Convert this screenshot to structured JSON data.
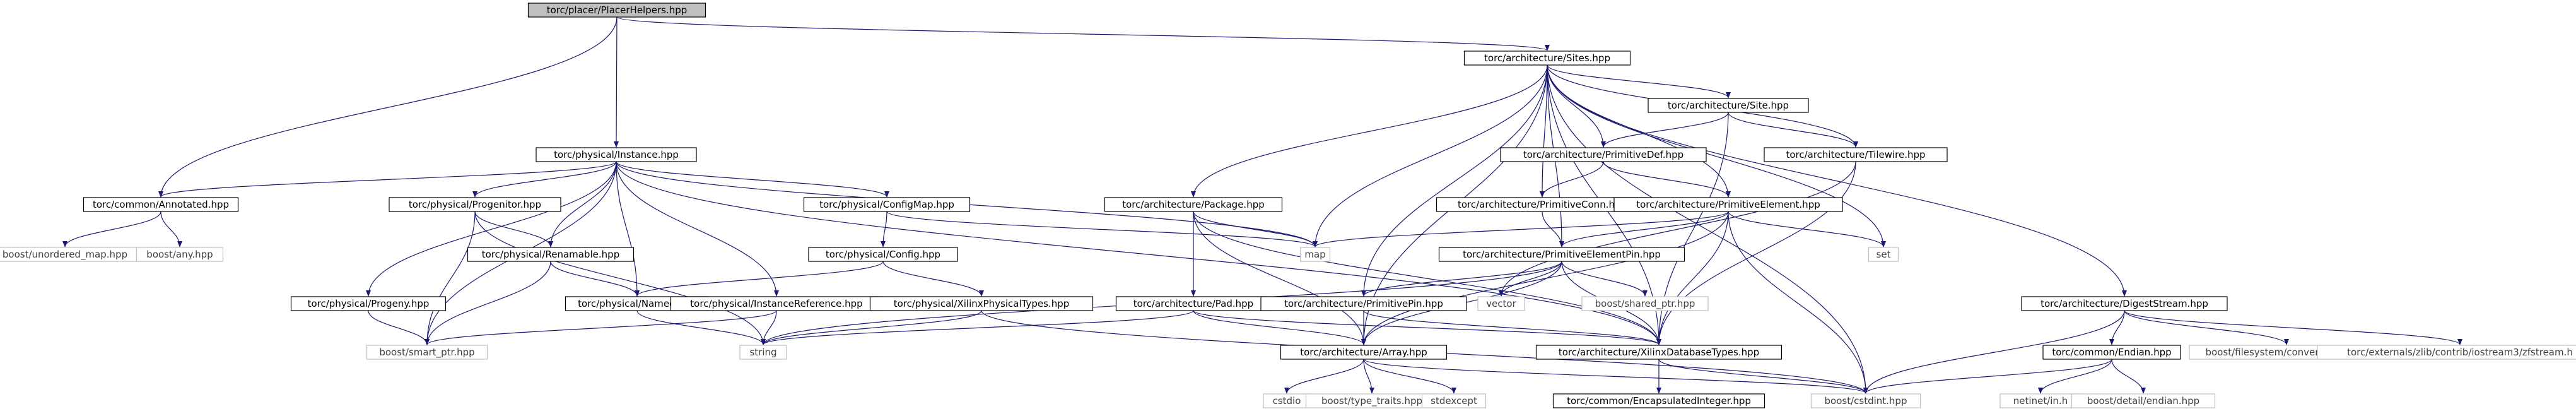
{
  "colors": {
    "edge": "#191970",
    "node_border": "#000000",
    "root_fill": "#bfbfbf",
    "node_fill": "#ffffff",
    "external_border": "#bfbfbf",
    "external_text": "#404040",
    "text": "#000000"
  },
  "nodes": [
    {
      "id": "placer",
      "label": "torc/placer/PlacerHelpers.hpp",
      "kind": "root"
    },
    {
      "id": "sites",
      "label": "torc/architecture/Sites.hpp",
      "kind": "internal"
    },
    {
      "id": "instance",
      "label": "torc/physical/Instance.hpp",
      "kind": "internal"
    },
    {
      "id": "annotated",
      "label": "torc/common/Annotated.hpp",
      "kind": "internal"
    },
    {
      "id": "unordered",
      "label": "boost/unordered_map.hpp",
      "kind": "external"
    },
    {
      "id": "any",
      "label": "boost/any.hpp",
      "kind": "external"
    },
    {
      "id": "progenitor",
      "label": "torc/physical/Progenitor.hpp",
      "kind": "internal"
    },
    {
      "id": "renamable",
      "label": "torc/physical/Renamable.hpp",
      "kind": "internal"
    },
    {
      "id": "progeny",
      "label": "torc/physical/Progeny.hpp",
      "kind": "internal"
    },
    {
      "id": "named",
      "label": "torc/physical/Named.hpp",
      "kind": "internal"
    },
    {
      "id": "instref",
      "label": "torc/physical/InstanceReference.hpp",
      "kind": "internal"
    },
    {
      "id": "smartptr",
      "label": "boost/smart_ptr.hpp",
      "kind": "external"
    },
    {
      "id": "string",
      "label": "string",
      "kind": "external"
    },
    {
      "id": "configmap",
      "label": "torc/physical/ConfigMap.hpp",
      "kind": "internal"
    },
    {
      "id": "config",
      "label": "torc/physical/Config.hpp",
      "kind": "internal"
    },
    {
      "id": "xilphys",
      "label": "torc/physical/XilinxPhysicalTypes.hpp",
      "kind": "internal"
    },
    {
      "id": "package",
      "label": "torc/architecture/Package.hpp",
      "kind": "internal"
    },
    {
      "id": "map",
      "label": "map",
      "kind": "external"
    },
    {
      "id": "pad",
      "label": "torc/architecture/Pad.hpp",
      "kind": "internal"
    },
    {
      "id": "site",
      "label": "torc/architecture/Site.hpp",
      "kind": "internal"
    },
    {
      "id": "primdef",
      "label": "torc/architecture/PrimitiveDef.hpp",
      "kind": "internal"
    },
    {
      "id": "tilewire",
      "label": "torc/architecture/Tilewire.hpp",
      "kind": "internal"
    },
    {
      "id": "primconn",
      "label": "torc/architecture/PrimitiveConn.hpp",
      "kind": "internal"
    },
    {
      "id": "primelem",
      "label": "torc/architecture/PrimitiveElement.hpp",
      "kind": "internal"
    },
    {
      "id": "primelempin",
      "label": "torc/architecture/PrimitiveElementPin.hpp",
      "kind": "internal"
    },
    {
      "id": "set",
      "label": "set",
      "kind": "external"
    },
    {
      "id": "vector",
      "label": "vector",
      "kind": "external"
    },
    {
      "id": "sharedptr",
      "label": "boost/shared_ptr.hpp",
      "kind": "external"
    },
    {
      "id": "primpin",
      "label": "torc/architecture/PrimitivePin.hpp",
      "kind": "internal"
    },
    {
      "id": "array",
      "label": "torc/architecture/Array.hpp",
      "kind": "internal"
    },
    {
      "id": "xildb",
      "label": "torc/architecture/XilinxDatabaseTypes.hpp",
      "kind": "internal"
    },
    {
      "id": "cstdio",
      "label": "cstdio",
      "kind": "external"
    },
    {
      "id": "typetraits",
      "label": "boost/type_traits.hpp",
      "kind": "external"
    },
    {
      "id": "stdexcept",
      "label": "stdexcept",
      "kind": "external"
    },
    {
      "id": "cstdint",
      "label": "boost/cstdint.hpp",
      "kind": "external"
    },
    {
      "id": "encint",
      "label": "torc/common/EncapsulatedInteger.hpp",
      "kind": "internal"
    },
    {
      "id": "digest",
      "label": "torc/architecture/DigestStream.hpp",
      "kind": "internal"
    },
    {
      "id": "endian",
      "label": "torc/common/Endian.hpp",
      "kind": "internal"
    },
    {
      "id": "fsconv",
      "label": "boost/filesystem/convenience.hpp",
      "kind": "external"
    },
    {
      "id": "zfstream",
      "label": "torc/externals/zlib/contrib/iostream3/zfstream.h",
      "kind": "external"
    },
    {
      "id": "netinet",
      "label": "netinet/in.h",
      "kind": "external"
    },
    {
      "id": "detailendian",
      "label": "boost/detail/endian.hpp",
      "kind": "external"
    }
  ],
  "edges": [
    [
      "placer",
      "sites"
    ],
    [
      "placer",
      "instance"
    ],
    [
      "placer",
      "annotated"
    ],
    [
      "annotated",
      "unordered"
    ],
    [
      "annotated",
      "any"
    ],
    [
      "instance",
      "annotated"
    ],
    [
      "instance",
      "progenitor"
    ],
    [
      "instance",
      "progeny"
    ],
    [
      "instance",
      "renamable"
    ],
    [
      "instance",
      "named"
    ],
    [
      "instance",
      "instref"
    ],
    [
      "instance",
      "configmap"
    ],
    [
      "instance",
      "smartptr"
    ],
    [
      "instance",
      "map"
    ],
    [
      "instance",
      "xildb"
    ],
    [
      "progenitor",
      "renamable"
    ],
    [
      "progenitor",
      "smartptr"
    ],
    [
      "progenitor",
      "string"
    ],
    [
      "progeny",
      "smartptr"
    ],
    [
      "renamable",
      "named"
    ],
    [
      "renamable",
      "smartptr"
    ],
    [
      "named",
      "string"
    ],
    [
      "instref",
      "smartptr"
    ],
    [
      "instref",
      "string"
    ],
    [
      "configmap",
      "config"
    ],
    [
      "configmap",
      "map"
    ],
    [
      "config",
      "named"
    ],
    [
      "config",
      "xilphys"
    ],
    [
      "xilphys",
      "string"
    ],
    [
      "xilphys",
      "cstdint"
    ],
    [
      "sites",
      "package"
    ],
    [
      "sites",
      "site"
    ],
    [
      "sites",
      "primdef"
    ],
    [
      "sites",
      "primconn"
    ],
    [
      "sites",
      "primelem"
    ],
    [
      "sites",
      "primelempin"
    ],
    [
      "sites",
      "primpin"
    ],
    [
      "sites",
      "tilewire"
    ],
    [
      "sites",
      "digest"
    ],
    [
      "sites",
      "array"
    ],
    [
      "sites",
      "map"
    ],
    [
      "sites",
      "set"
    ],
    [
      "sites",
      "xildb"
    ],
    [
      "sites",
      "cstdint"
    ],
    [
      "package",
      "pad"
    ],
    [
      "package",
      "map"
    ],
    [
      "package",
      "array"
    ],
    [
      "package",
      "xildb"
    ],
    [
      "pad",
      "string"
    ],
    [
      "pad",
      "array"
    ],
    [
      "pad",
      "xildb"
    ],
    [
      "site",
      "primdef"
    ],
    [
      "site",
      "tilewire"
    ],
    [
      "site",
      "xildb"
    ],
    [
      "primdef",
      "primconn"
    ],
    [
      "primdef",
      "primelem"
    ],
    [
      "tilewire",
      "vector"
    ],
    [
      "tilewire",
      "xildb"
    ],
    [
      "primconn",
      "primelempin"
    ],
    [
      "primelem",
      "primelempin"
    ],
    [
      "primelem",
      "map"
    ],
    [
      "primelem",
      "set"
    ],
    [
      "primelem",
      "array"
    ],
    [
      "primelem",
      "xildb"
    ],
    [
      "primelem",
      "cstdint"
    ],
    [
      "primelempin",
      "primpin"
    ],
    [
      "primelempin",
      "string"
    ],
    [
      "primelempin",
      "vector"
    ],
    [
      "primelempin",
      "sharedptr"
    ],
    [
      "primelempin",
      "array"
    ],
    [
      "primelempin",
      "xildb"
    ],
    [
      "primpin",
      "array"
    ],
    [
      "primpin",
      "xildb"
    ],
    [
      "array",
      "cstdio"
    ],
    [
      "array",
      "typetraits"
    ],
    [
      "array",
      "stdexcept"
    ],
    [
      "array",
      "cstdint"
    ],
    [
      "xildb",
      "encint"
    ],
    [
      "xildb",
      "cstdint"
    ],
    [
      "digest",
      "endian"
    ],
    [
      "digest",
      "fsconv"
    ],
    [
      "digest",
      "zfstream"
    ],
    [
      "digest",
      "cstdint"
    ],
    [
      "endian",
      "netinet"
    ],
    [
      "endian",
      "detailendian"
    ],
    [
      "endian",
      "cstdint"
    ]
  ]
}
